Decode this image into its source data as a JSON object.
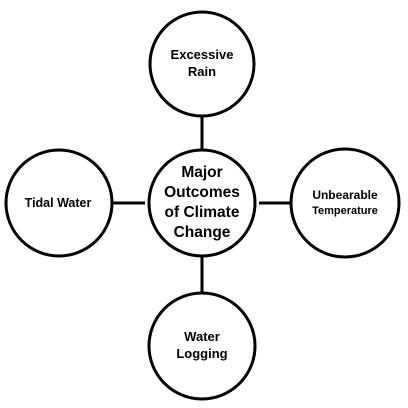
{
  "diagram": {
    "center": {
      "lines": [
        "Major",
        "Outcomes",
        "of Climate",
        "Change"
      ]
    },
    "top": {
      "lines": [
        "Excessive",
        "Rain"
      ]
    },
    "bottom": {
      "lines": [
        "Water",
        "Logging"
      ]
    },
    "left": {
      "lines": [
        "Tidal Water"
      ]
    },
    "right": {
      "lines": [
        "Unbearable",
        "Temperature"
      ]
    }
  },
  "colors": {
    "stroke": "#000000",
    "fill": "#ffffff",
    "text": "#000000"
  }
}
